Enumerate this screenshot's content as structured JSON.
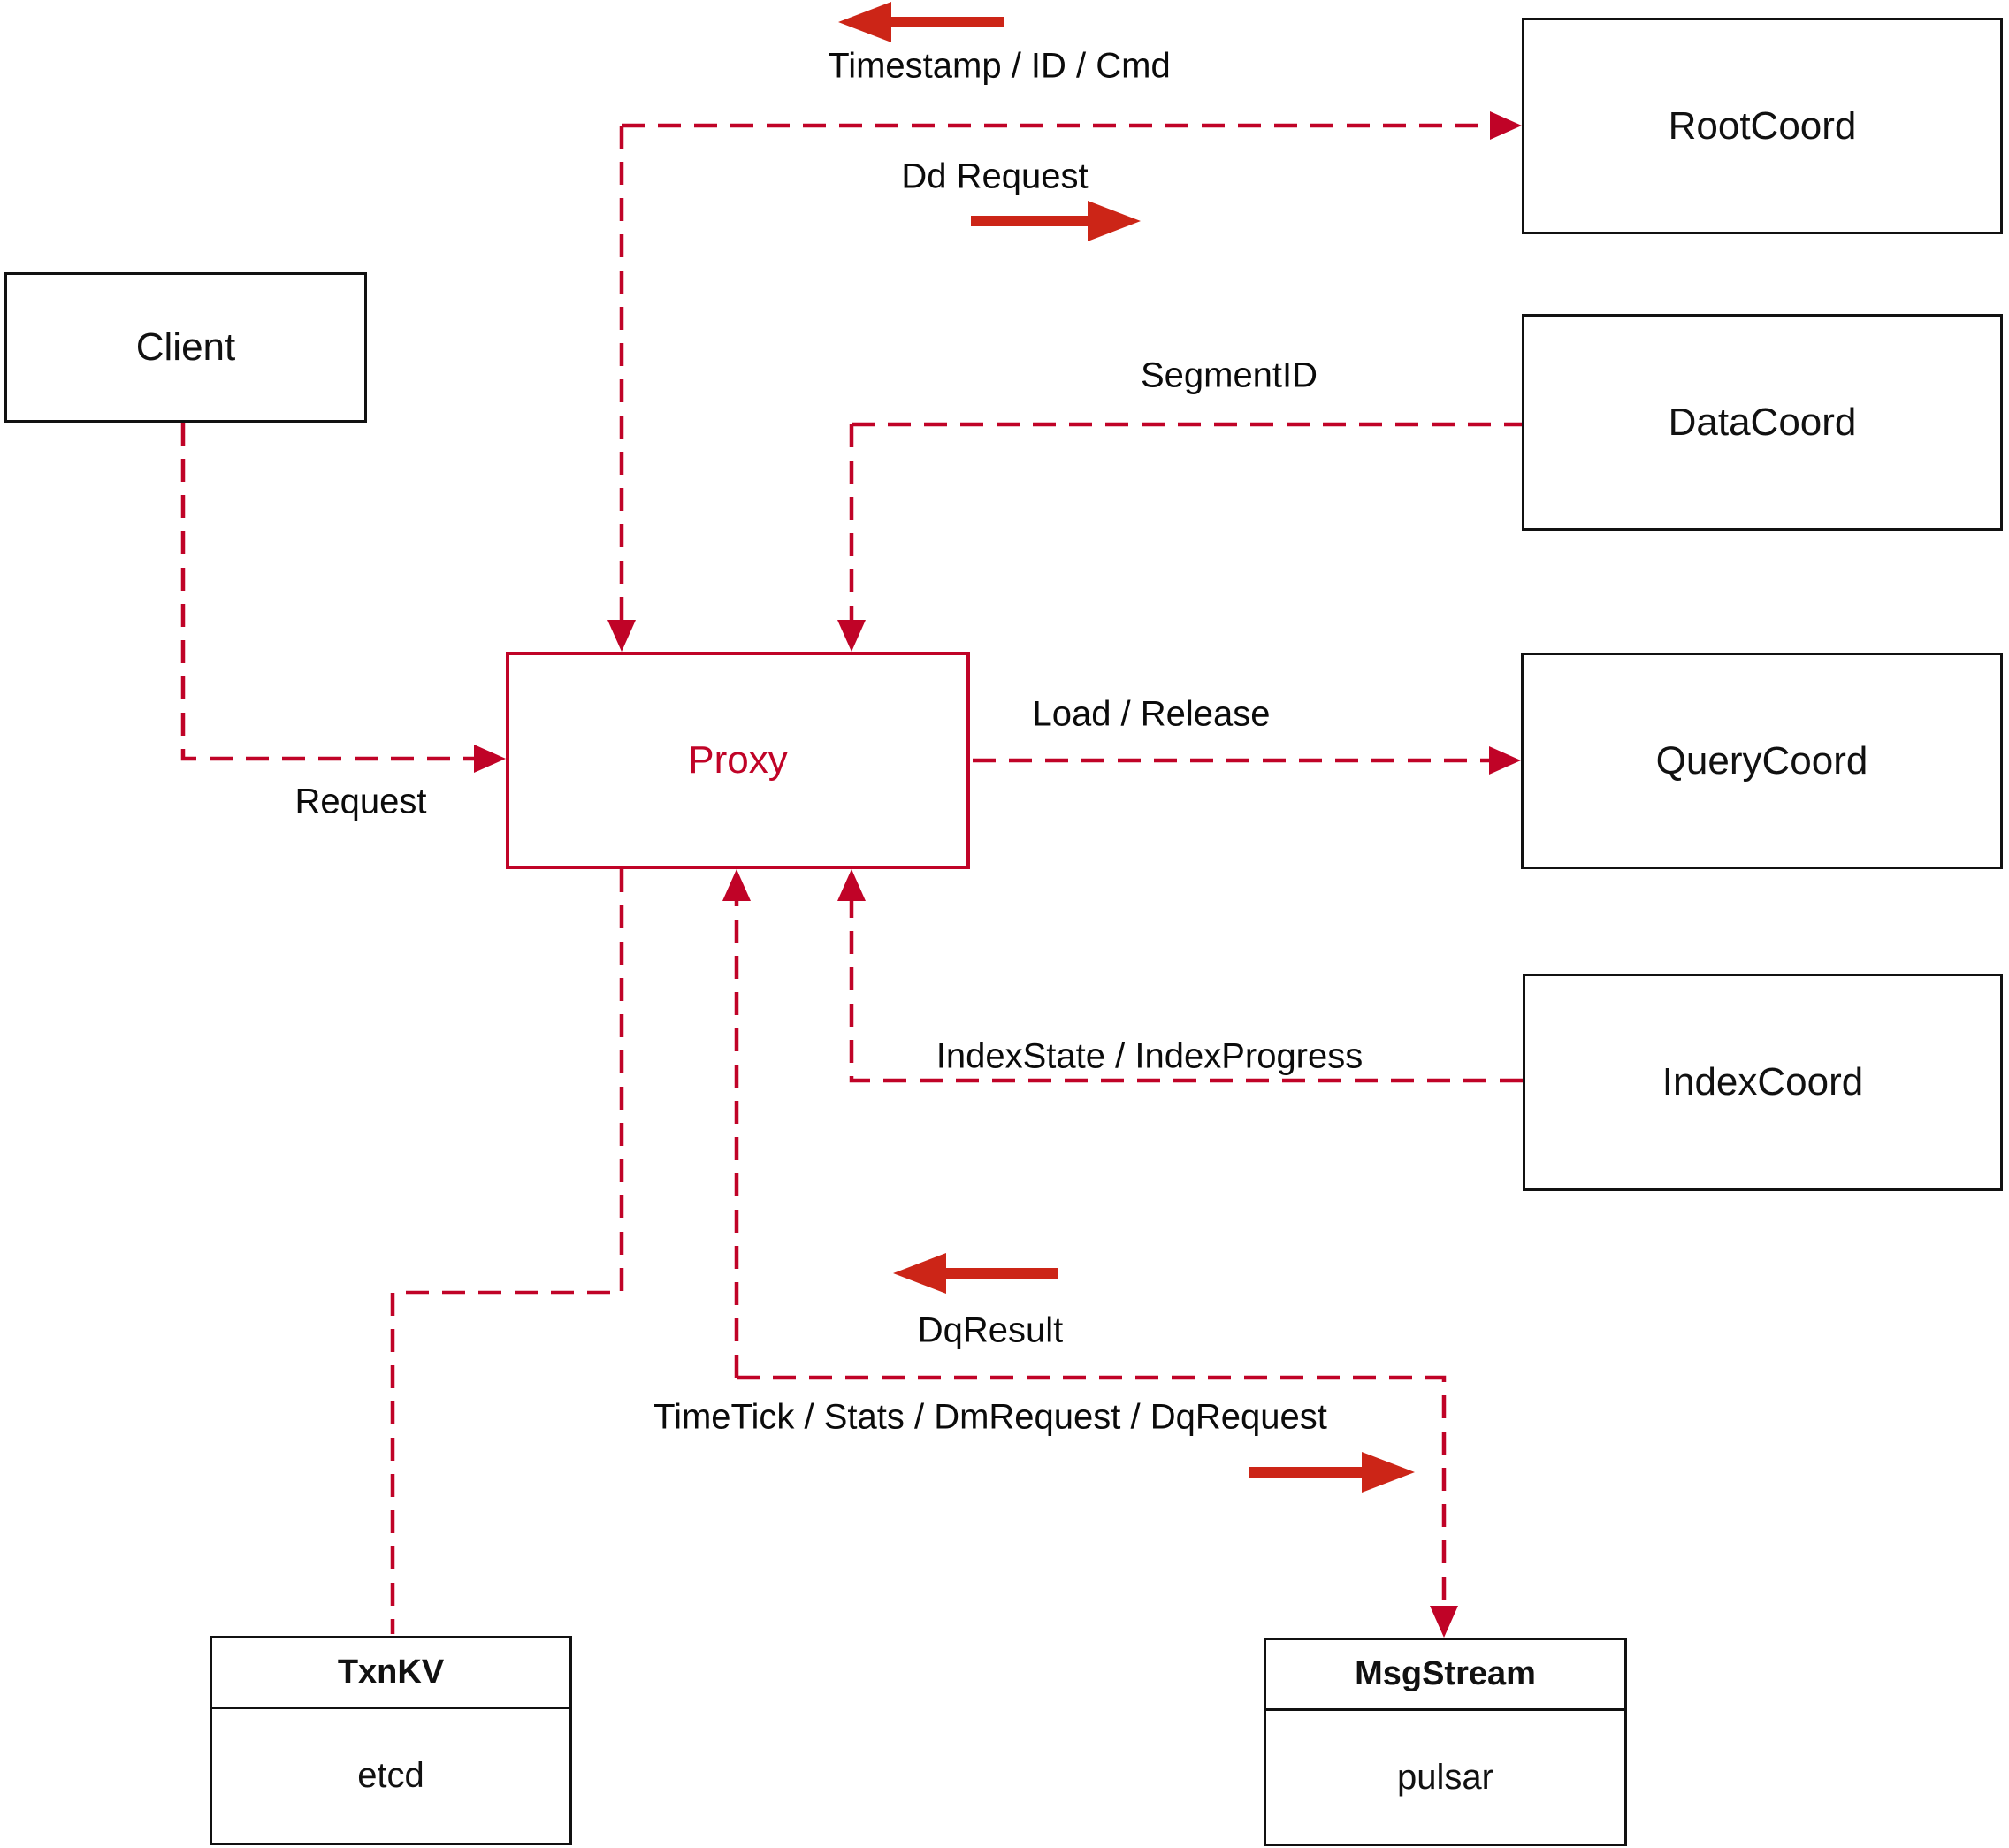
{
  "colors": {
    "line_red": "#c00327",
    "arrow_red": "#cc2517",
    "box_border": "#111111"
  },
  "nodes": {
    "client": {
      "label": "Client"
    },
    "proxy": {
      "label": "Proxy"
    },
    "root_coord": {
      "label": "RootCoord"
    },
    "data_coord": {
      "label": "DataCoord"
    },
    "query_coord": {
      "label": "QueryCoord"
    },
    "index_coord": {
      "label": "IndexCoord"
    },
    "txnkv": {
      "title": "TxnKV",
      "sub": "etcd"
    },
    "msgstream": {
      "title": "MsgStream",
      "sub": "pulsar"
    }
  },
  "edges": {
    "request": {
      "label": "Request"
    },
    "timestamp": {
      "label": "Timestamp / ID / Cmd"
    },
    "dd_request": {
      "label": "Dd Request"
    },
    "segment_id": {
      "label": "SegmentID"
    },
    "load_release": {
      "label": "Load / Release"
    },
    "index_state": {
      "label": "IndexState / IndexProgress"
    },
    "dq_result": {
      "label": "DqResult"
    },
    "timetick": {
      "label": "TimeTick / Stats / DmRequest / DqRequest"
    }
  }
}
